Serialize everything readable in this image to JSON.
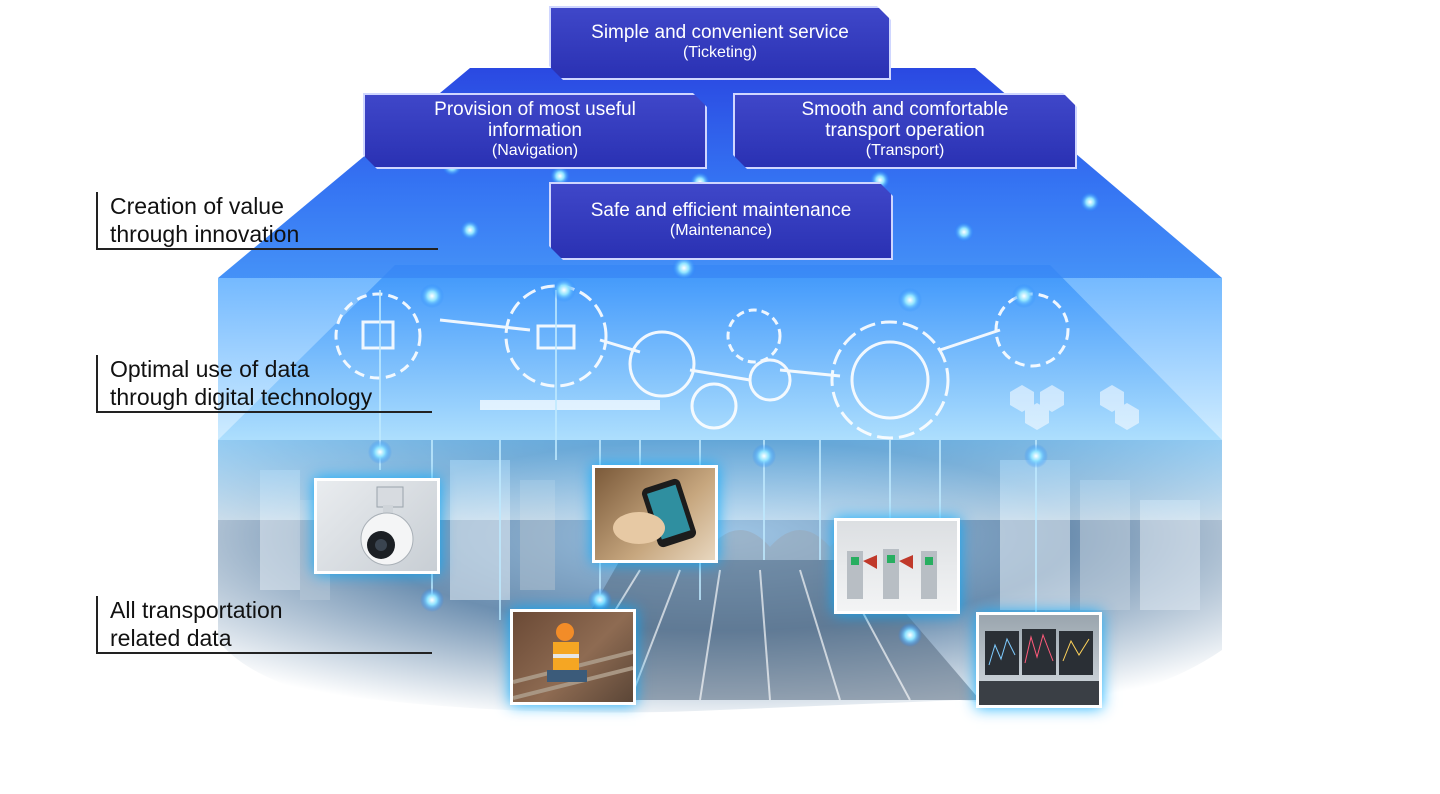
{
  "layers": [
    {
      "id": "innovation",
      "label_lines": [
        "Creation of value",
        "through innovation"
      ]
    },
    {
      "id": "digital",
      "label_lines": [
        "Optimal use of data",
        "through digital technology"
      ]
    },
    {
      "id": "data",
      "label_lines": [
        "All transportation",
        "related data"
      ]
    }
  ],
  "value_boxes": [
    {
      "id": "ticketing",
      "title_lines": [
        "Simple and convenient service"
      ],
      "sub": "(Ticketing)"
    },
    {
      "id": "navigation",
      "title_lines": [
        "Provision of most useful",
        "information"
      ],
      "sub": "(Navigation)"
    },
    {
      "id": "transport",
      "title_lines": [
        "Smooth and comfortable",
        "transport operation"
      ],
      "sub": "(Transport)"
    },
    {
      "id": "maintenance",
      "title_lines": [
        "Safe and efficient maintenance"
      ],
      "sub": "(Maintenance)"
    }
  ],
  "photos": [
    {
      "id": "security-camera",
      "icon": "security-camera-icon"
    },
    {
      "id": "smartphone",
      "icon": "smartphone-icon"
    },
    {
      "id": "ticket-gates",
      "icon": "ticket-gate-icon"
    },
    {
      "id": "track-worker",
      "icon": "worker-icon"
    },
    {
      "id": "control-monitors",
      "icon": "monitor-icon"
    }
  ],
  "colors": {
    "top_plane": "#2f5ff0",
    "mid_plane": "#5fb8f5",
    "box_fill": "#3138b8",
    "glow": "#4fc3ff"
  }
}
